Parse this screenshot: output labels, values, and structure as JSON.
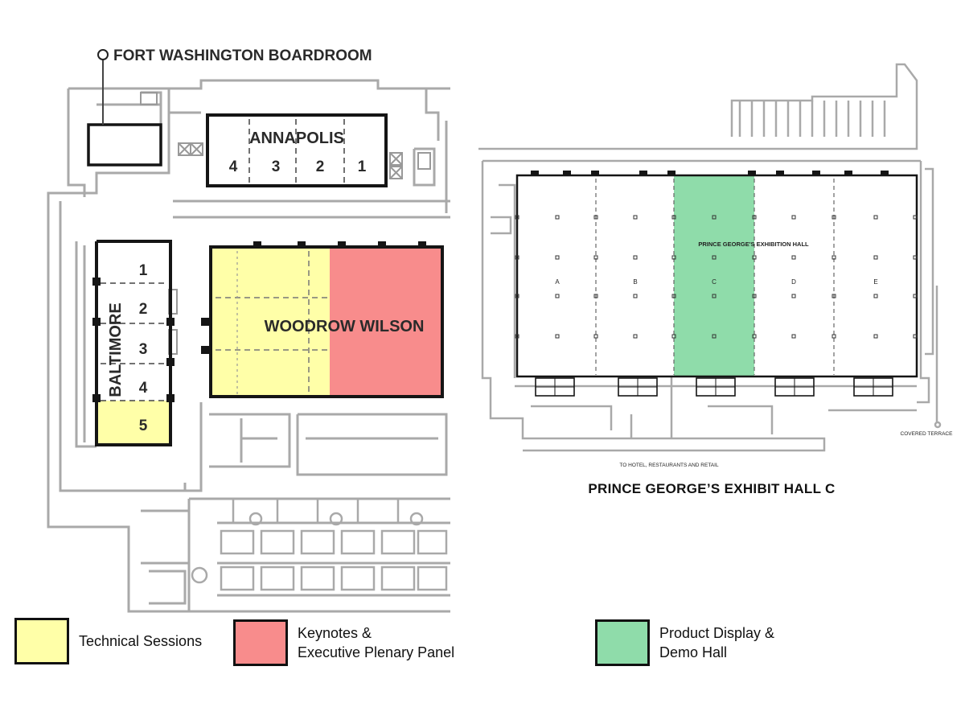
{
  "left_plan": {
    "boardroom_label": "FORT WASHINGTON BOARDROOM",
    "annapolis": {
      "name": "ANNAPOLIS",
      "rooms": [
        "4",
        "3",
        "2",
        "1"
      ]
    },
    "baltimore": {
      "name": "BALTIMORE",
      "rooms": [
        "1",
        "2",
        "3",
        "4",
        "5"
      ]
    },
    "woodrow_wilson": {
      "name": "WOODROW WILSON"
    }
  },
  "right_plan": {
    "hall_name": "PRINCE GEORGE'S EXHIBITION HALL",
    "sections": [
      "A",
      "B",
      "C",
      "D",
      "E"
    ],
    "covered_terrace": "COVERED TERRACE",
    "to_hotel": "TO HOTEL, RESTAURANTS AND RETAIL",
    "title": "PRINCE GEORGE’S EXHIBIT HALL C"
  },
  "legend": [
    {
      "label_lines": [
        "Technical Sessions"
      ],
      "color": "#ffffa8"
    },
    {
      "label_lines": [
        "Keynotes &",
        "Executive Plenary Panel"
      ],
      "color": "#f88c8c"
    },
    {
      "label_lines": [
        "Product Display &",
        "Demo Hall"
      ],
      "color": "#8fdcaa"
    }
  ],
  "colors": {
    "technical_sessions": "#ffffa8",
    "keynotes": "#f88c8c",
    "product_display": "#8fdcaa",
    "wall": "#a9a9a9",
    "wall_dark": "#151515"
  }
}
